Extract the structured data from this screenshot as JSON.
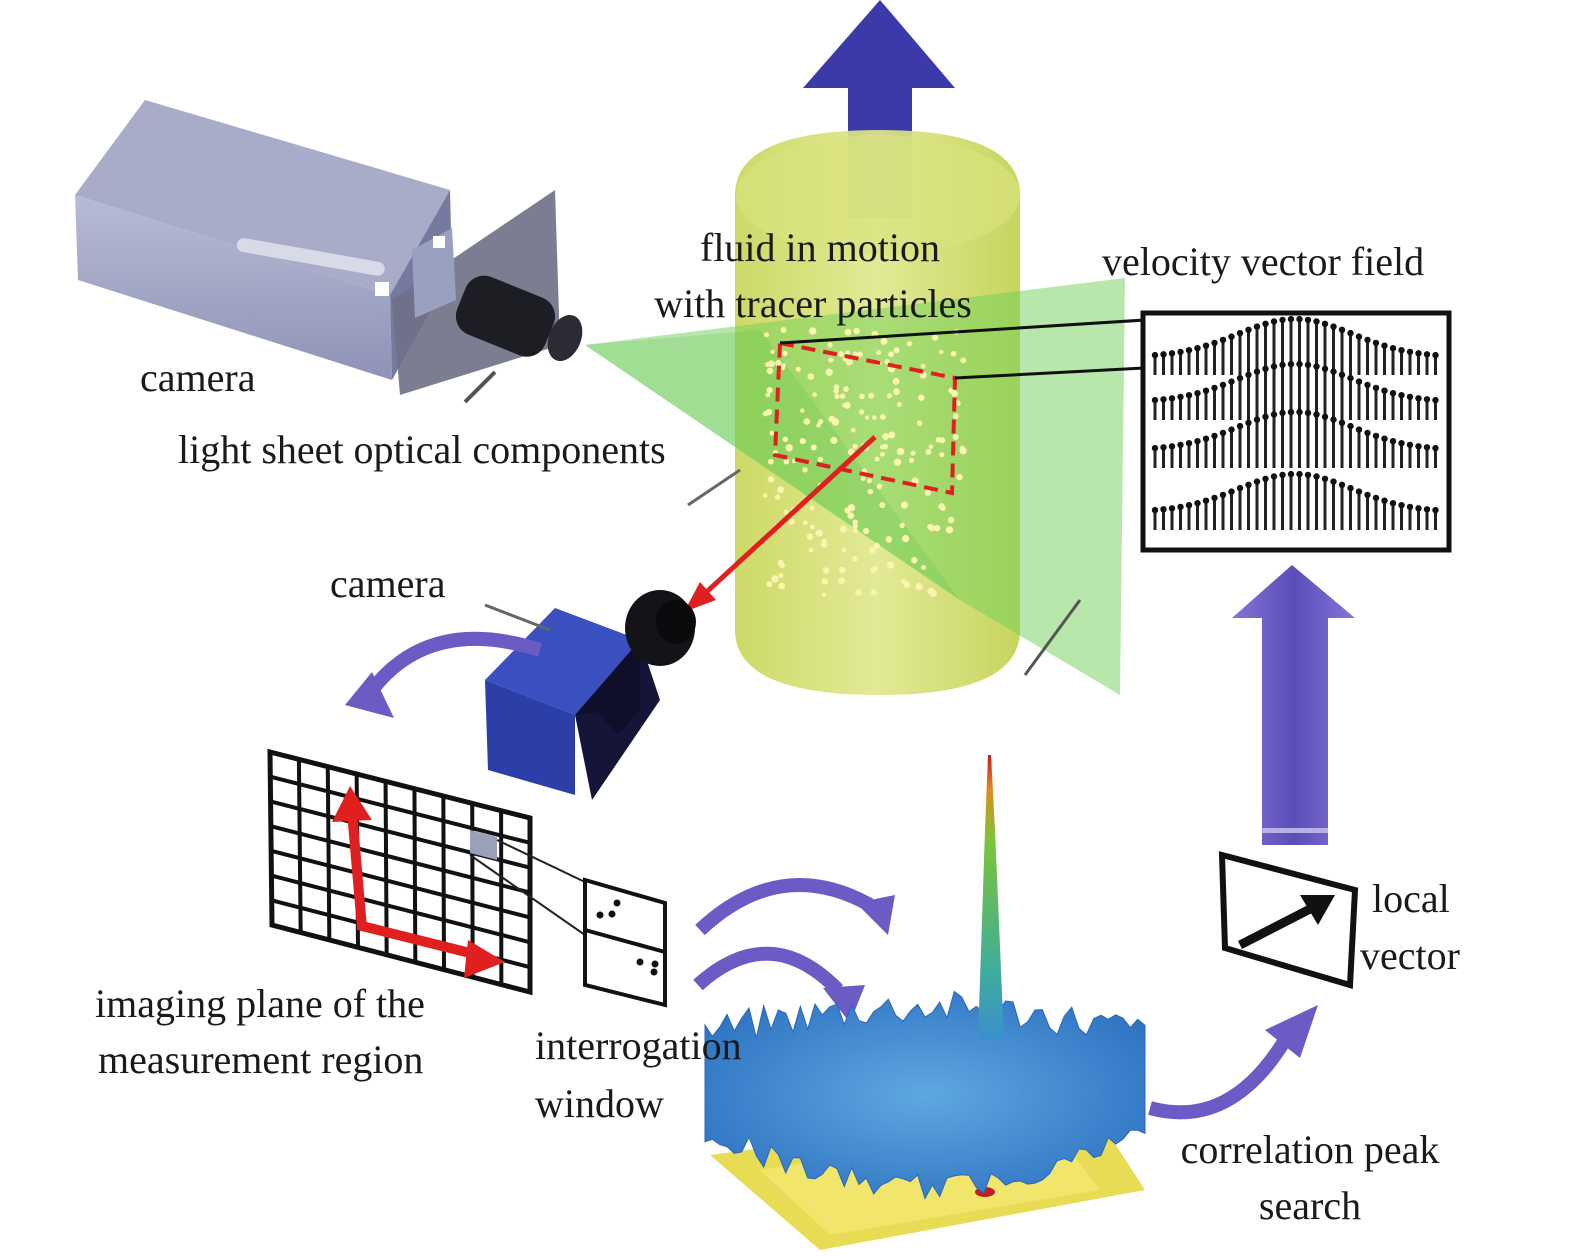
{
  "labels": {
    "fluid_line1": "fluid in motion",
    "fluid_line2": "with tracer particles",
    "velocity_field": "velocity vector field",
    "camera_top": "camera",
    "light_sheet": "light sheet optical components",
    "camera_mid": "camera",
    "imaging_line1": "imaging plane of the",
    "imaging_line2": "measurement region",
    "interrogation_line1": "interrogation",
    "interrogation_line2": "window",
    "local_line1": "local",
    "local_line2": "vector",
    "correlation_line1": "correlation peak",
    "correlation_line2": "search"
  },
  "colors": {
    "flow_arrow": "#3b3aa8",
    "process_arrow": "#6a5cc4",
    "cylinder": "#c8d860",
    "light_sheet": "#7ccd5a",
    "red_arrow": "#e02020",
    "camera_body": "#2c3ea8",
    "laser_box": "#8f93b8"
  }
}
